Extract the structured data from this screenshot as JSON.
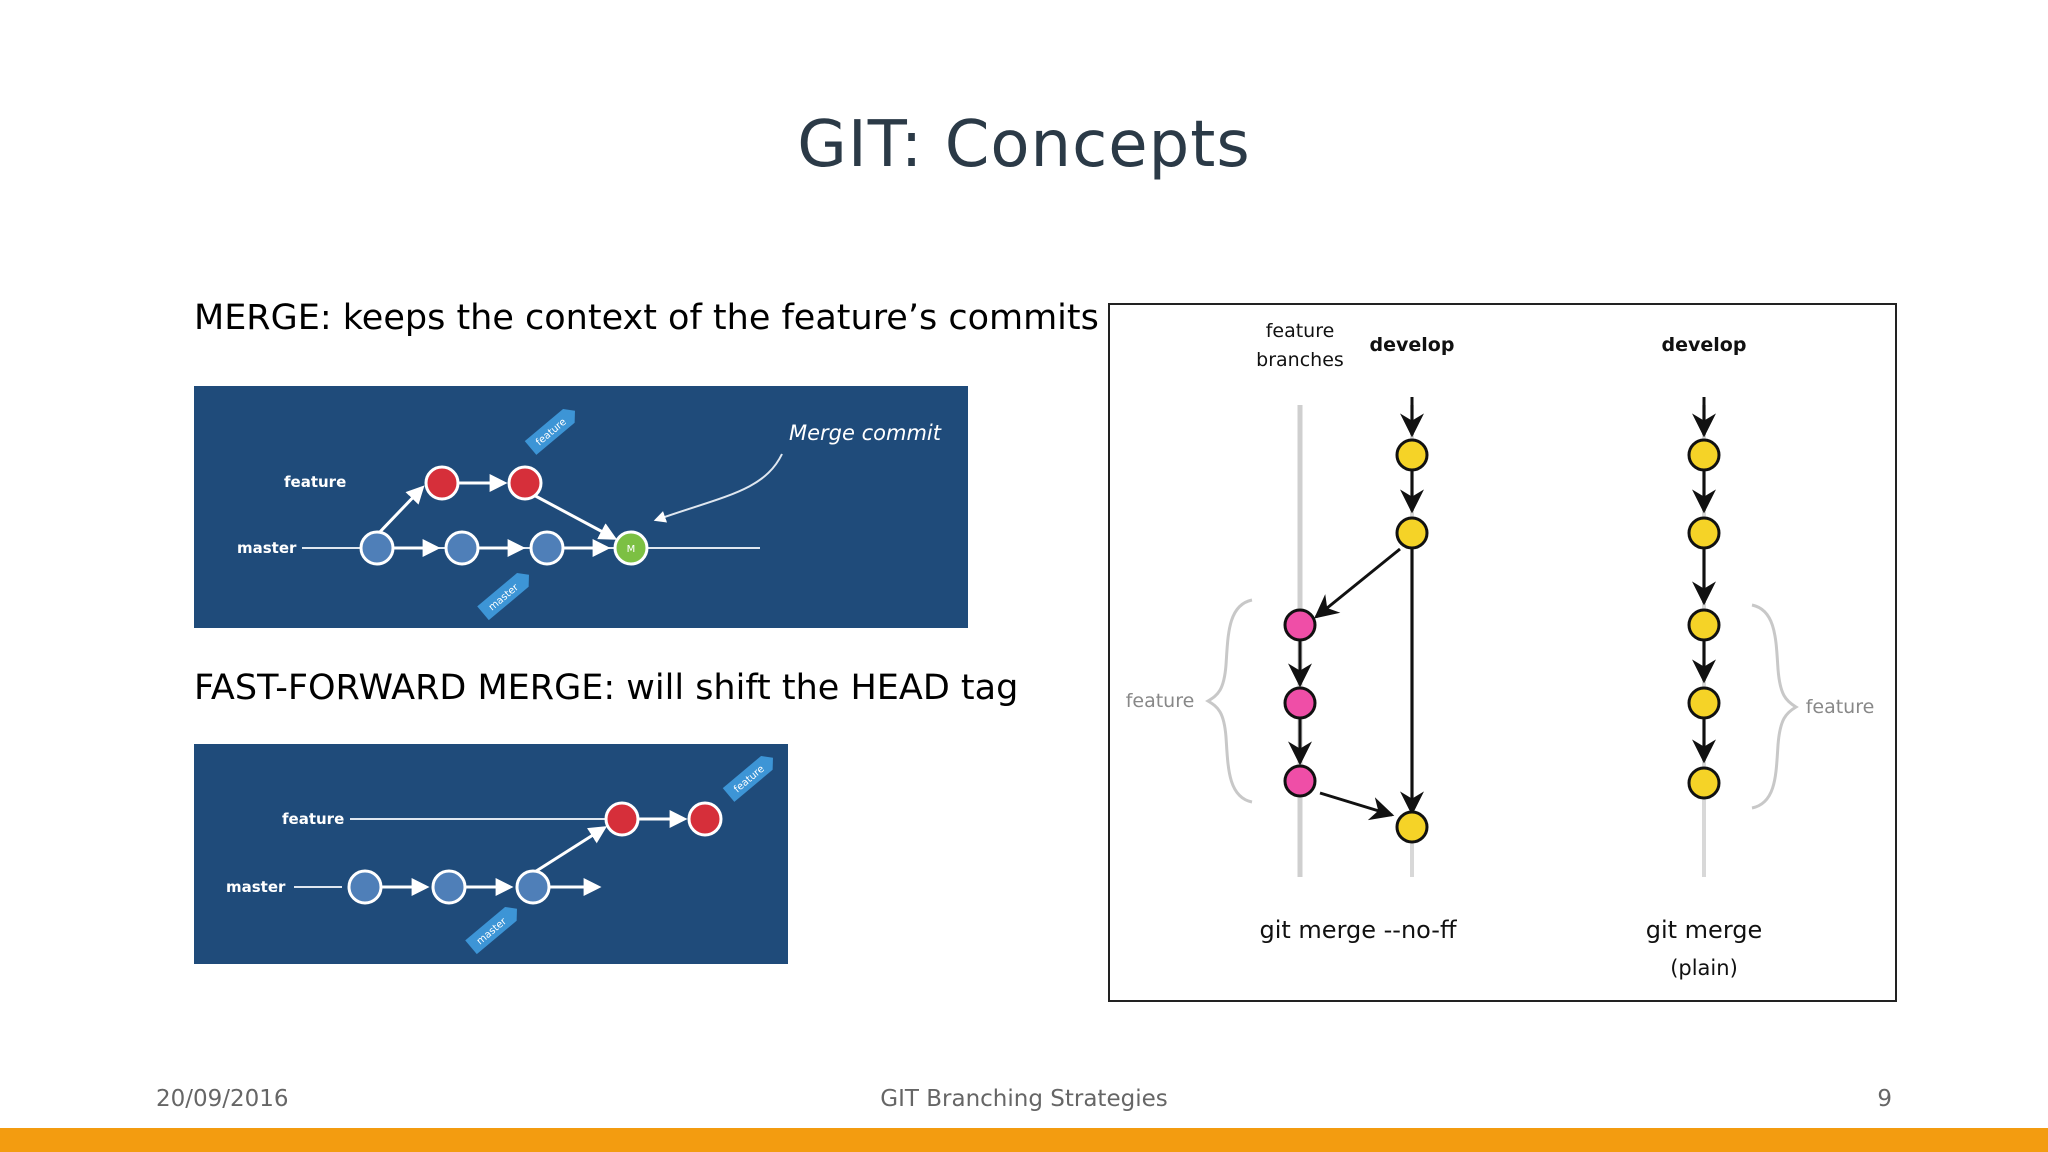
{
  "slide": {
    "title": "GIT: Concepts",
    "merge_heading": "MERGE: keeps the context of the feature’s commits",
    "ff_heading": "FAST-FORWARD MERGE: will shift the HEAD tag"
  },
  "merge_diagram": {
    "feature_label": "feature",
    "master_label": "master",
    "merge_commit_label": "Merge commit",
    "feature_tag": "feature",
    "master_tag": "master",
    "merge_node_label": "M",
    "colors": {
      "background": "#1f4b7a",
      "master_node": "#4f7fb8",
      "feature_node": "#d62f3a",
      "merge_node": "#7cc043",
      "tag": "#3d95d6"
    }
  },
  "ff_diagram": {
    "feature_label": "feature",
    "master_label": "master",
    "feature_tag": "feature",
    "master_tag": "master"
  },
  "right_diagram": {
    "feature_branches_line1": "feature",
    "feature_branches_line2": "branches",
    "develop_label_left": "develop",
    "develop_label_right": "develop",
    "feature_brace_left": "feature",
    "feature_brace_right": "feature",
    "caption_left": "git merge --no-ff",
    "caption_right_line1": "git merge",
    "caption_right_line2": "(plain)",
    "colors": {
      "develop_node": "#f5d327",
      "feature_node": "#ef4ea7"
    }
  },
  "footer": {
    "date": "20/09/2016",
    "center": "GIT Branching Strategies",
    "page": "9",
    "bar_color": "#f39c10"
  }
}
